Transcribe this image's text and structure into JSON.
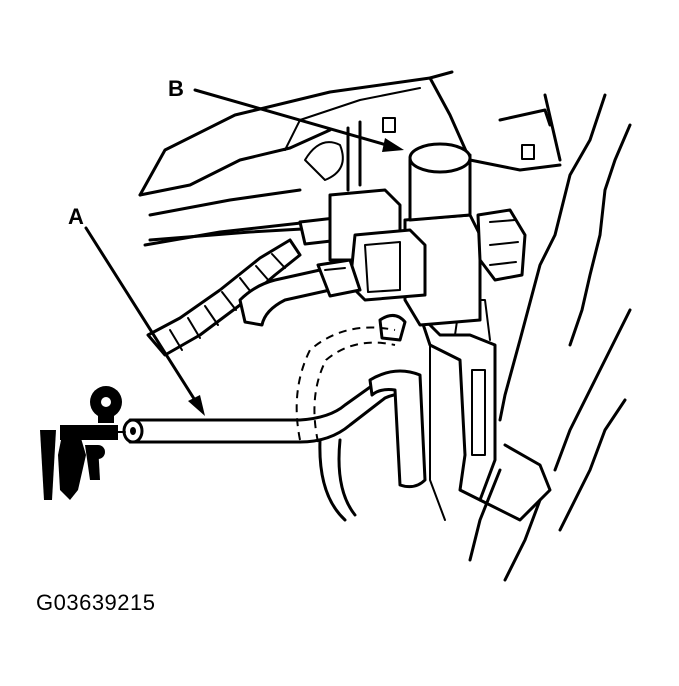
{
  "figure": {
    "callouts": [
      {
        "id": "A",
        "text": "A",
        "refers_to": "vacuum-hose"
      },
      {
        "id": "B",
        "text": "B",
        "refers_to": "solenoid-valve"
      }
    ],
    "figure_id": "G03639215",
    "colors": {
      "line": "#000000",
      "background": "#ffffff"
    }
  }
}
